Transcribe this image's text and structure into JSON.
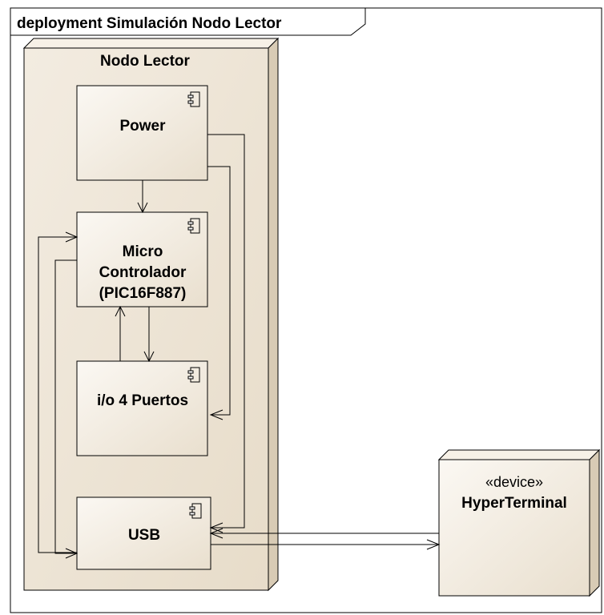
{
  "frame": {
    "title": "deployment Simulación Nodo Lector"
  },
  "node": {
    "name": "Nodo Lector"
  },
  "components": {
    "power": {
      "name": "Power"
    },
    "micro": {
      "line1": "Micro",
      "line2": "Controlador",
      "line3": "(PIC16F887)"
    },
    "io": {
      "name": "i/o 4 Puertos"
    },
    "usb": {
      "name": "USB"
    }
  },
  "device": {
    "stereotype": "«device»",
    "name": "HyperTerminal"
  },
  "colors": {
    "fill": "#efe6d8",
    "fill_dark": "#d9ccb7",
    "stroke": "#000000"
  }
}
